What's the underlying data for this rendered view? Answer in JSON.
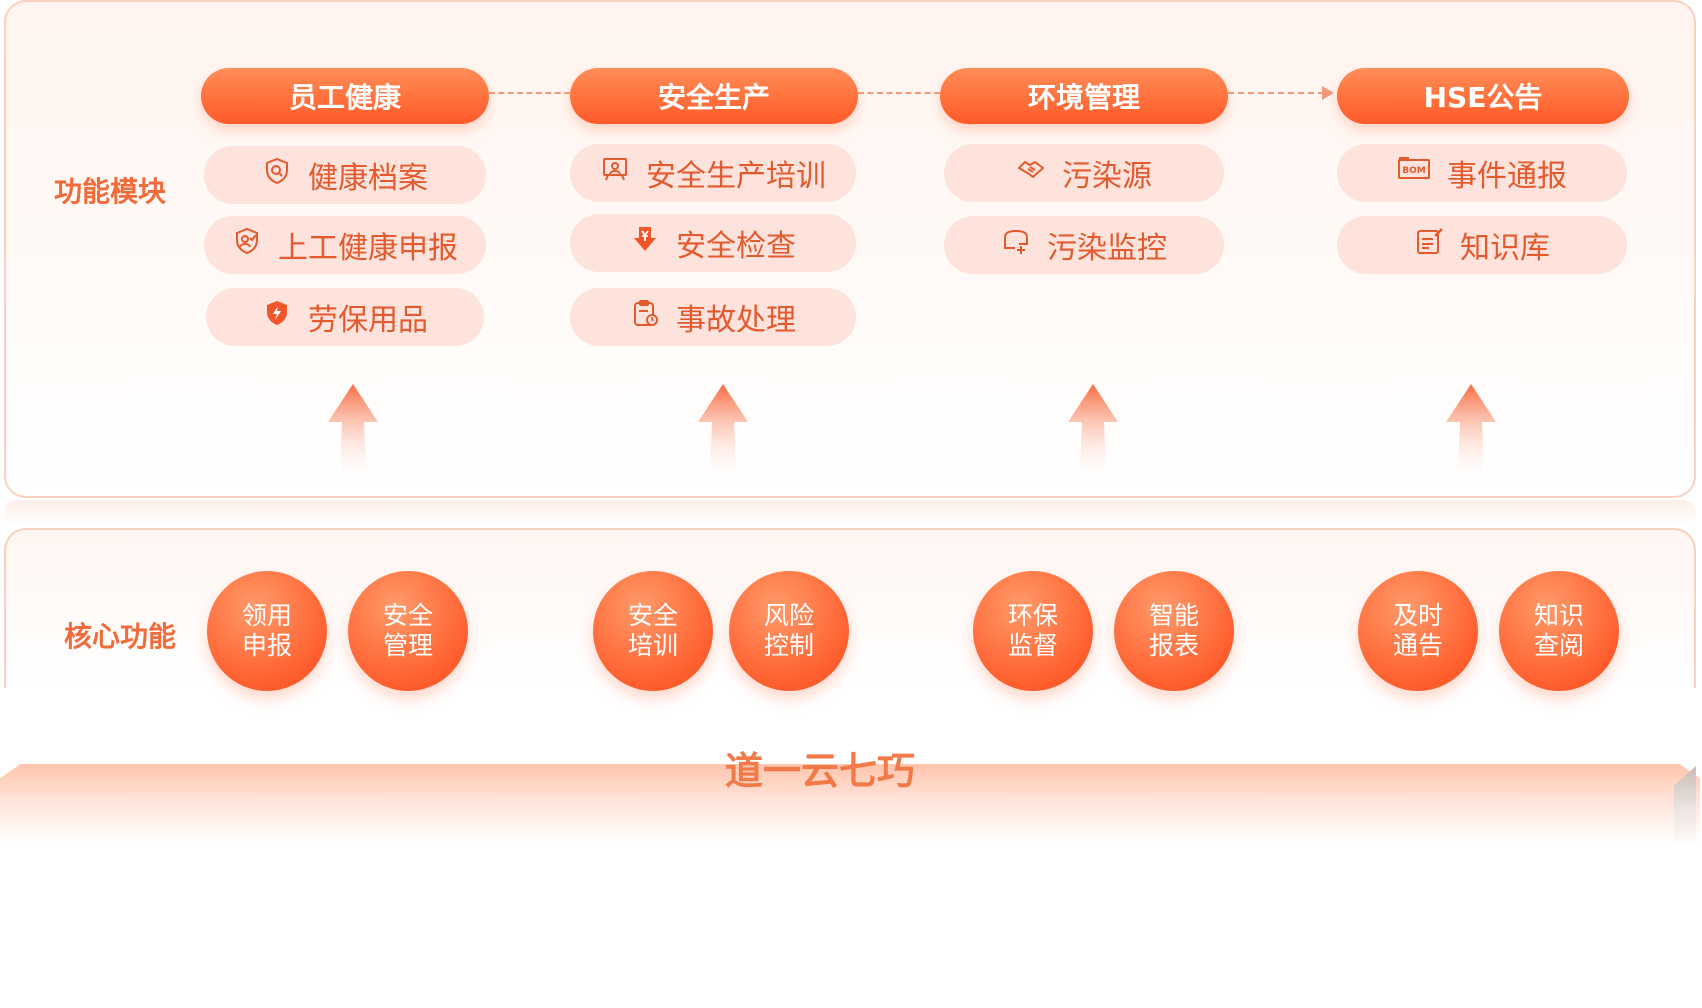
{
  "colors": {
    "accent": "#ff6a35",
    "label": "#f26b3a",
    "pill_bg": "#fde3dc",
    "pill_text": "#e35a2e",
    "border": "#fad0c0"
  },
  "function_modules": {
    "label": "功能模块",
    "columns": [
      {
        "title": "员工健康",
        "items": [
          {
            "label": "健康档案",
            "icon": "shield-search-icon"
          },
          {
            "label": "上工健康申报",
            "icon": "shield-person-icon"
          },
          {
            "label": "劳保用品",
            "icon": "shield-lightning-icon"
          }
        ]
      },
      {
        "title": "安全生产",
        "items": [
          {
            "label": "安全生产培训",
            "icon": "training-screen-icon"
          },
          {
            "label": "安全检查",
            "icon": "inspection-arrow-icon"
          },
          {
            "label": "事故处理",
            "icon": "clipboard-clock-icon"
          }
        ]
      },
      {
        "title": "环境管理",
        "items": [
          {
            "label": "污染源",
            "icon": "handshake-icon"
          },
          {
            "label": "污染监控",
            "icon": "monitor-plus-icon"
          }
        ]
      },
      {
        "title": "HSE公告",
        "items": [
          {
            "label": "事件通报",
            "icon": "bom-card-icon",
            "icon_text": "BOM"
          },
          {
            "label": "知识库",
            "icon": "notebook-edit-icon"
          }
        ]
      }
    ]
  },
  "core_functions": {
    "label": "核心功能",
    "circles": [
      {
        "line1": "领用",
        "line2": "申报"
      },
      {
        "line1": "安全",
        "line2": "管理"
      },
      {
        "line1": "安全",
        "line2": "培训"
      },
      {
        "line1": "风险",
        "line2": "控制"
      },
      {
        "line1": "环保",
        "line2": "监督"
      },
      {
        "line1": "智能",
        "line2": "报表"
      },
      {
        "line1": "及时",
        "line2": "通告"
      },
      {
        "line1": "知识",
        "line2": "查阅"
      }
    ]
  },
  "base": {
    "title": "道一云七巧"
  }
}
